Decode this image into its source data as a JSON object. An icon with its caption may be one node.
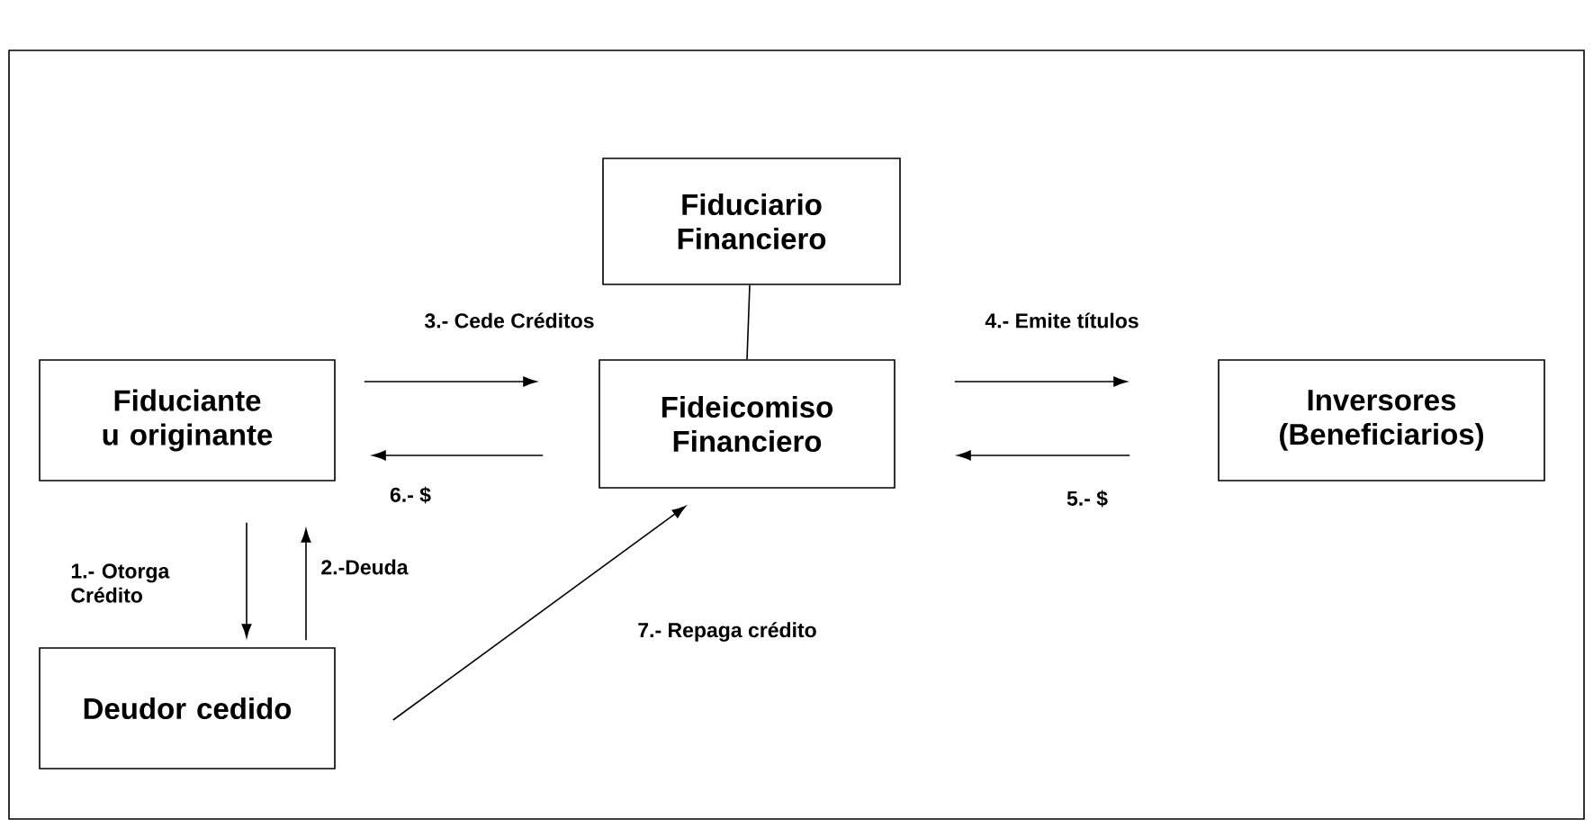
{
  "diagram": {
    "nodes": [
      {
        "text": [
          "Fiduciario Financiero"
        ]
      },
      {
        "text": [
          "Fiduciante u originante"
        ]
      },
      {
        "text": [
          "Fideicomiso Financiero"
        ]
      },
      {
        "text": [
          "Inversores (Beneficiarios)"
        ]
      },
      {
        "text": [
          "Deudor cedido"
        ]
      }
    ],
    "edges": [
      {
        "from": 0,
        "to": 2,
        "arrow": "none"
      },
      {
        "from": 1,
        "to": 2,
        "arrow": "to",
        "label": "3.- Cede Créditos"
      },
      {
        "from": 2,
        "to": 1,
        "arrow": "to",
        "label": "6.- $"
      },
      {
        "from": 2,
        "to": 3,
        "arrow": "to",
        "label": "4.- Emite títulos"
      },
      {
        "from": 3,
        "to": 2,
        "arrow": "to",
        "label": "5.- $"
      },
      {
        "from": 1,
        "to": 4,
        "arrow": "to",
        "label": "1.- Otorga Crédito"
      },
      {
        "from": 4,
        "to": 1,
        "arrow": "to",
        "label": "2.-Deuda"
      },
      {
        "from": 4,
        "to": 2,
        "arrow": "to",
        "label": "7.- Repaga crédito"
      }
    ]
  }
}
